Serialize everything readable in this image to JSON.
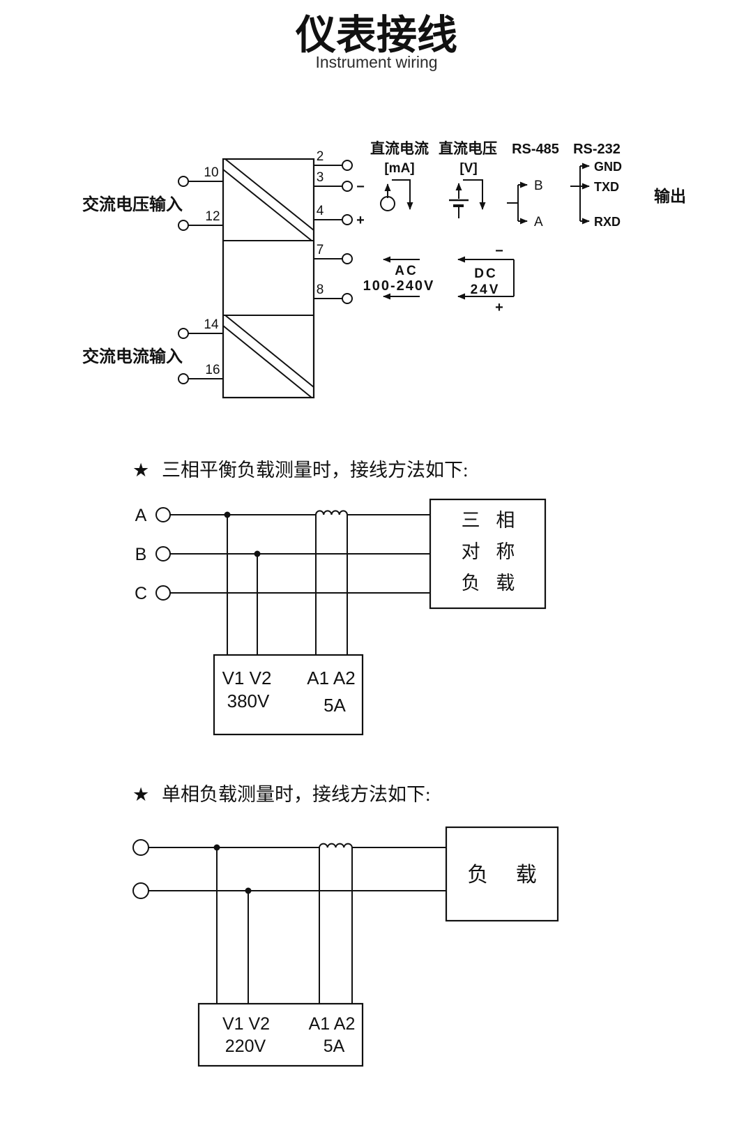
{
  "colors": {
    "ink": "#111111",
    "background": "#ffffff"
  },
  "page": {
    "title": "仪表接线",
    "subtitle": "Instrument wiring"
  },
  "top": {
    "ac_voltage_input": "交流电压输入",
    "ac_current_input": "交流电流输入",
    "left_terminals": [
      "10",
      "12",
      "14",
      "16"
    ],
    "right_terminals": [
      "2",
      "3",
      "4",
      "7",
      "8"
    ],
    "terminal_minus": "−",
    "terminal_plus": "+",
    "dc_current": {
      "label": "直流电流",
      "unit": "[mA]"
    },
    "dc_voltage": {
      "label": "直流电压",
      "unit": "[V]"
    },
    "rs485": {
      "label": "RS-485",
      "pin_b": "B",
      "pin_a": "A"
    },
    "rs232": {
      "label": "RS-232",
      "pin_gnd": "GND",
      "pin_txd": "TXD",
      "pin_rxd": "RXD"
    },
    "output_label": "输出",
    "ac_power": {
      "name": "AC",
      "range": "100-240V"
    },
    "dc_power": {
      "name": "DC",
      "value": "24V",
      "minus": "−",
      "plus": "+"
    }
  },
  "three_phase": {
    "star": "★",
    "heading": "三相平衡负载测量时，接线方法如下:",
    "phases": [
      "A",
      "B",
      "C"
    ],
    "load_lines": [
      "三 相",
      "对 称",
      "负 载"
    ],
    "meter": {
      "v_terminals": "V1 V2",
      "a_terminals": "A1 A2",
      "voltage": "380V",
      "current": "5A"
    }
  },
  "single_phase": {
    "star": "★",
    "heading": "单相负载测量时，接线方法如下:",
    "load_label": "负 载",
    "meter": {
      "v_terminals": "V1 V2",
      "a_terminals": "A1 A2",
      "voltage": "220V",
      "current": "5A"
    }
  }
}
